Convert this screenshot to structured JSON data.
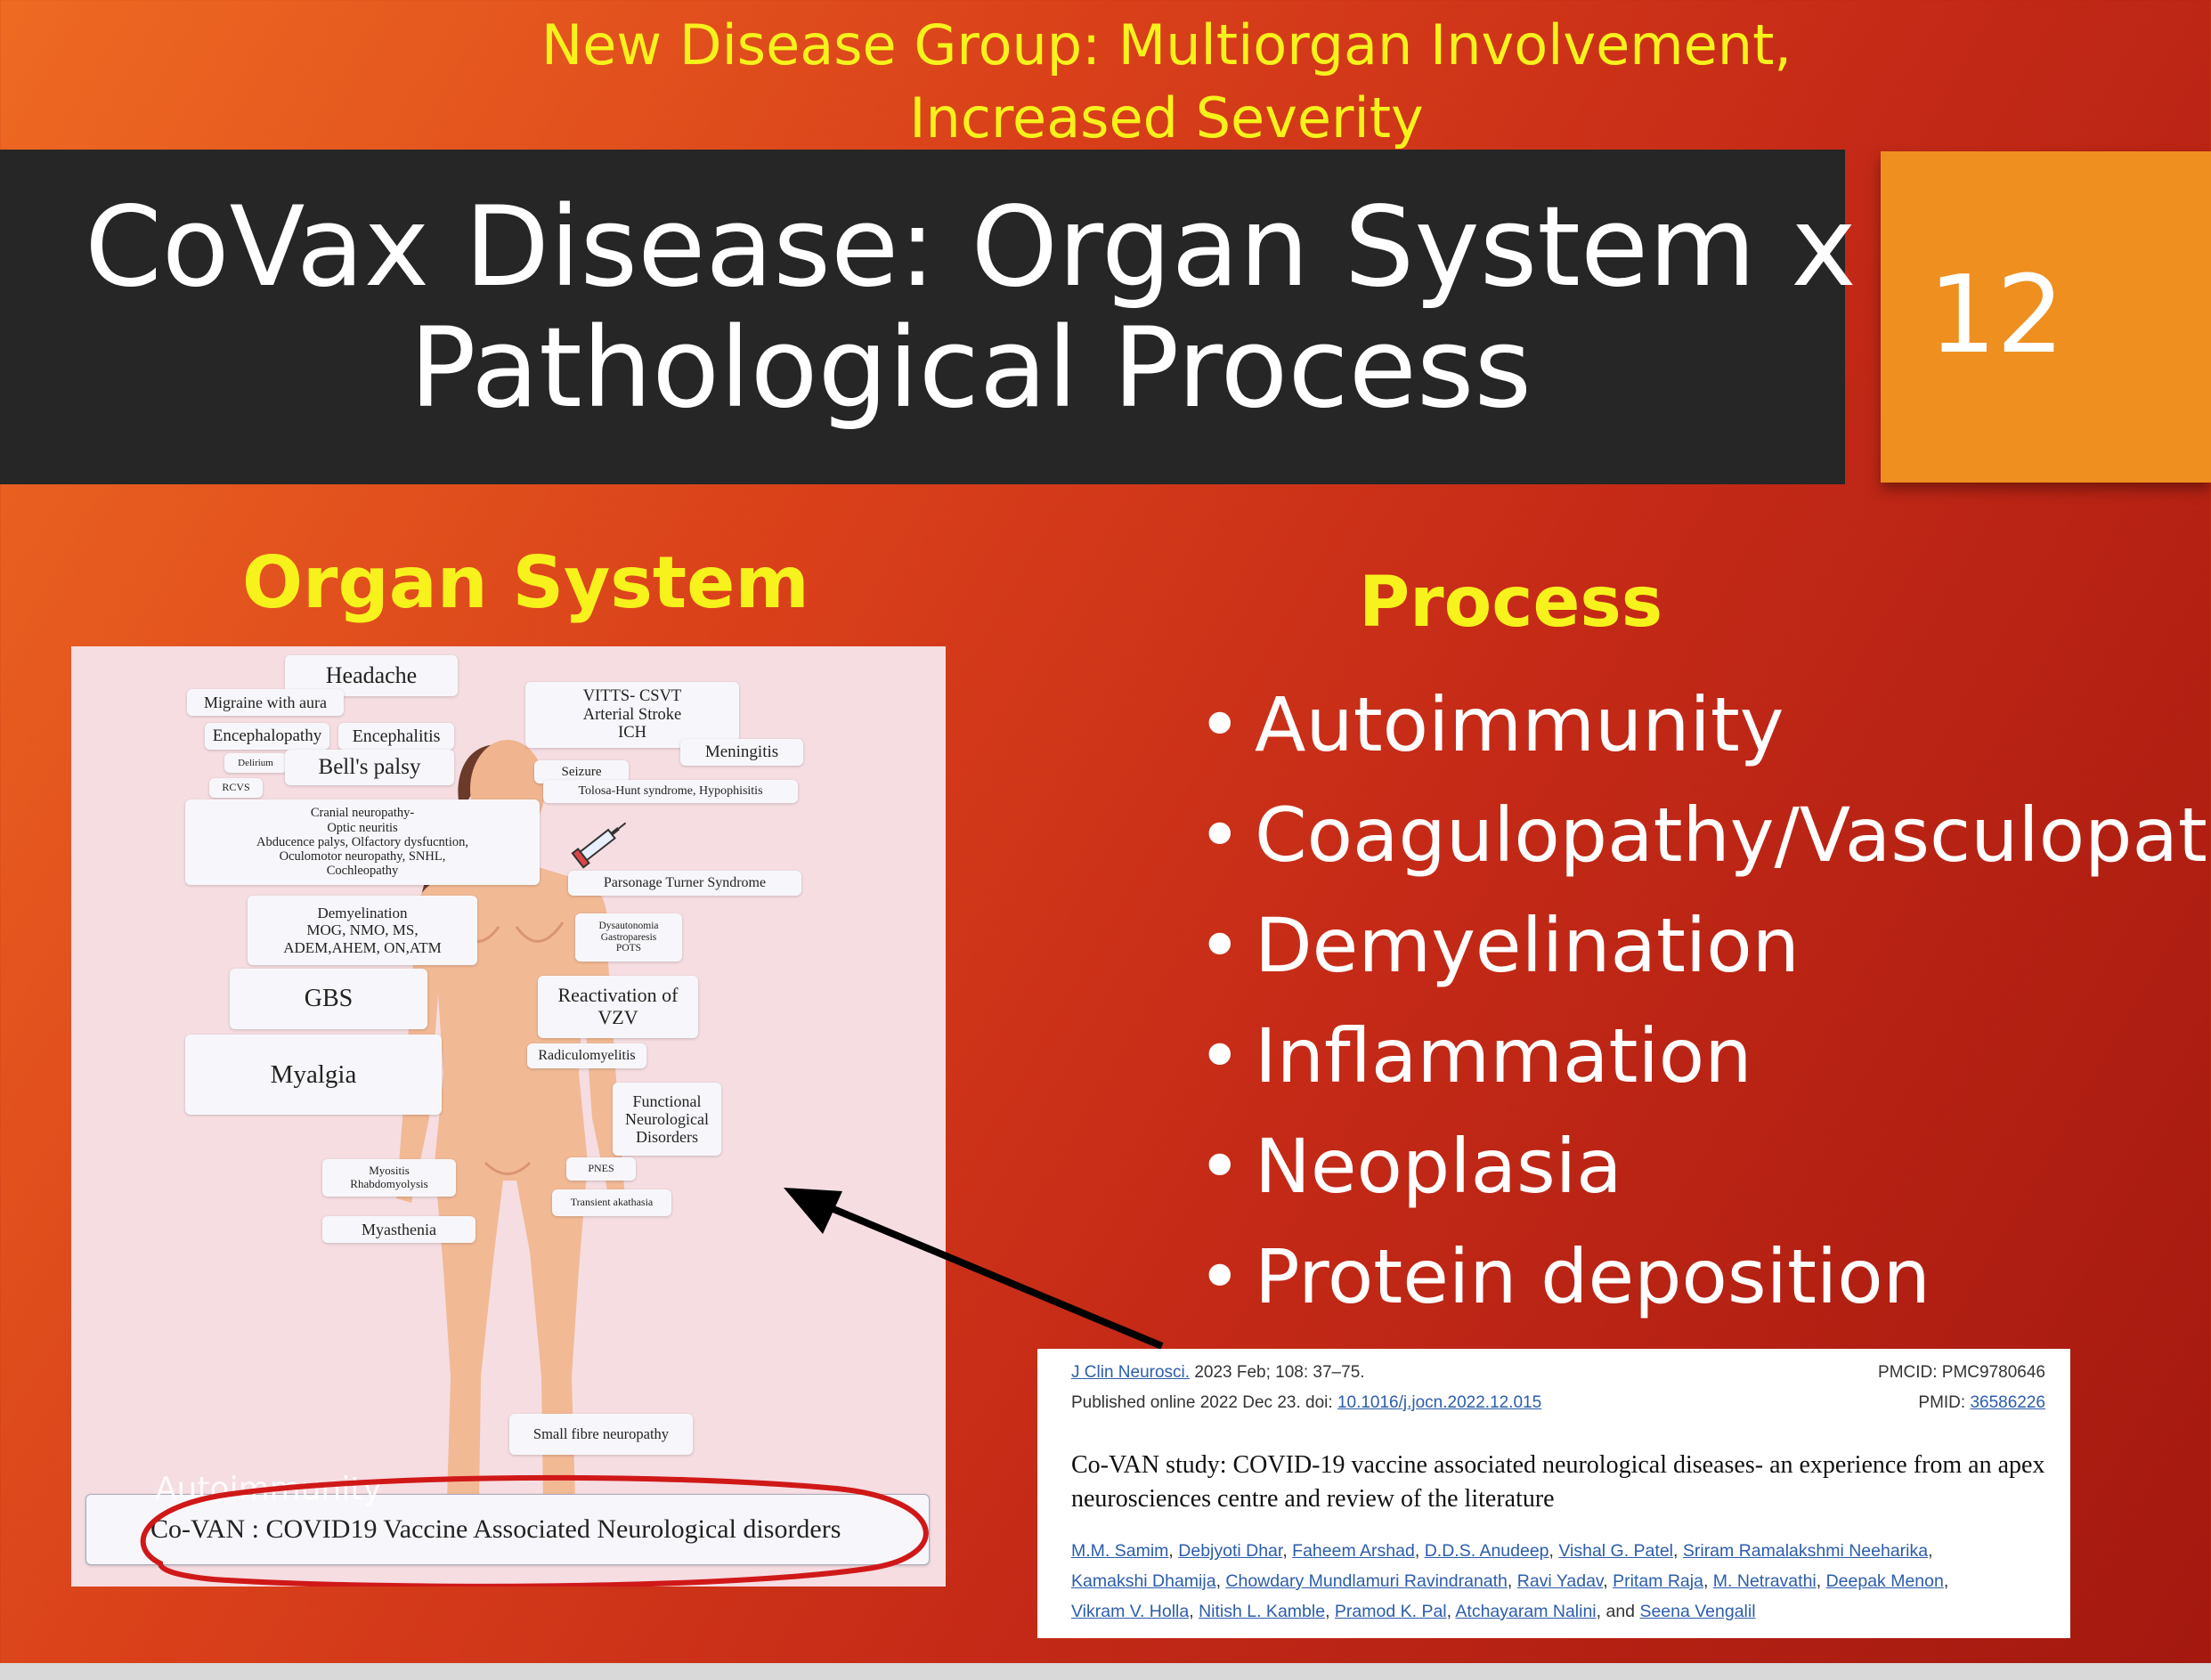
{
  "subtitle": {
    "line1": "New Disease Group: Multiorgan Involvement,",
    "line2": "Increased Severity"
  },
  "title": {
    "line1": "CoVax Disease: Organ System x",
    "line2": "Pathological Process"
  },
  "slide_number": "12",
  "organ_heading": "Organ System",
  "process_heading": "Process",
  "process_items": [
    "Autoimmunity",
    "Coagulopathy/Vasculopathy",
    "Demyelination",
    "Inflammation",
    "Neoplasia",
    "Protein deposition"
  ],
  "figure": {
    "labels": {
      "headache": "Headache",
      "migraine": "Migraine with aura",
      "encephalopathy": "Encephalopathy",
      "encephalitis": "Encephalitis",
      "delirium": "Delirium",
      "bells": "Bell's palsy",
      "rcvs": "RCVS",
      "cranial": "Cranial neuropathy-\nOptic neuritis\nAbducence palys, Olfactory dysfucntion,\nOculomotor neuropathy,   SNHL,\nCochleopathy",
      "demyelination": "Demyelination\nMOG, NMO, MS,\nADEM,AHEM, ON,ATM",
      "gbs": "GBS",
      "myalgia": "Myalgia",
      "myositis": "Myositis\nRhabdomyolysis",
      "myasthenia": "Myasthenia",
      "vitts": "VITTS- CSVT\nArterial Stroke\nICH",
      "meningitis": "Meningitis",
      "seizure": "Seizure",
      "tolosa": "Tolosa-Hunt syndrome,  Hypophisitis",
      "parsonage": "Parsonage Turner Syndrome",
      "dysautonomia": "Dysautonomia\nGastroparesis\nPOTS",
      "vzv": "Reactivation of\nVZV",
      "radiculo": "Radiculomyelitis",
      "functional": "Functional\nNeurological\nDisorders",
      "pnes": "PNES",
      "akathasia": "Transient akathasia",
      "small_fibre": "Small fibre neuropathy"
    },
    "overlay_text": "Autoimmunity",
    "caption": "Co-VAN : COVID19 Vaccine Associated Neurological disorders"
  },
  "reference": {
    "journal": "J Clin Neurosci.",
    "citation": " 2023 Feb; 108: 37–75.",
    "pmcid": "PMCID: PMC9780646",
    "published_prefix": "Published online 2022 Dec 23. doi: ",
    "doi": "10.1016/j.jocn.2022.12.015",
    "pmid_label": "PMID: ",
    "pmid": "36586226",
    "title": "Co-VAN study: COVID-19 vaccine associated neurological diseases- an experience from an apex neurosciences centre and review of the literature",
    "authors": [
      "M.M. Samim",
      "Debjyoti Dhar",
      "Faheem Arshad",
      "D.D.S. Anudeep",
      "Vishal G. Patel",
      "Sriram Ramalakshmi Neeharika",
      "Kamakshi Dhamija",
      "Chowdary Mundlamuri Ravindranath",
      "Ravi Yadav",
      "Pritam Raja",
      "M. Netravathi",
      "Deepak Menon",
      "Vikram V. Holla",
      "Nitish L. Kamble",
      "Pramod K. Pal",
      "Atchayaram Nalini",
      "Seena Vengalil"
    ]
  },
  "colors": {
    "title_bar": "#262626",
    "accent_yellow": "#f7f21c",
    "number_box": "#ee8f1f",
    "annotation_red": "#d01818"
  }
}
